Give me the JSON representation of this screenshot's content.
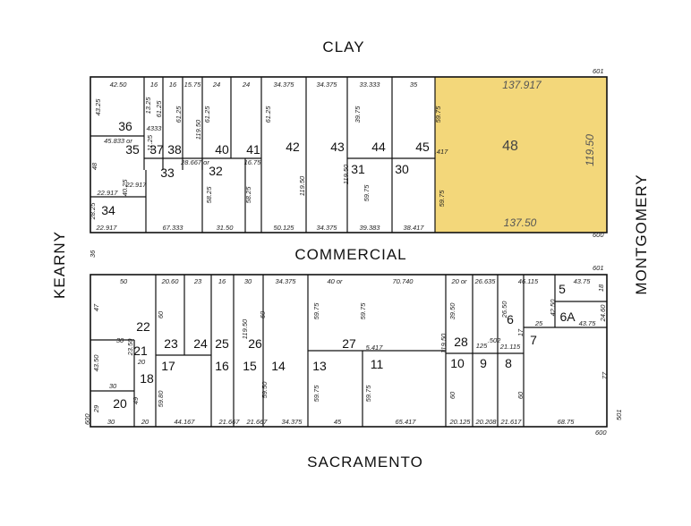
{
  "streets": {
    "north": "CLAY",
    "middle": "COMMERCIAL",
    "south": "SACRAMENTO",
    "west": "KEARNY",
    "east": "MONTGOMERY"
  },
  "address_marks": {
    "ne_top": "601",
    "ne_bottom": "600",
    "se_top": "601",
    "se_bottom": "600",
    "se_side": "501",
    "sw": "600",
    "west_side": "36"
  },
  "highlight_color": "#f3d77a",
  "north_block": {
    "lots": [
      "36",
      "35",
      "37",
      "38",
      "33",
      "34",
      "40",
      "41",
      "32",
      "42",
      "43",
      "44",
      "45",
      "31",
      "30"
    ],
    "highlighted_lot": {
      "number": "48",
      "top": "137.917",
      "bottom": "137.50",
      "side": "119.50"
    },
    "dimensions": [
      "42.50",
      "16",
      "16",
      "15.75",
      "24",
      "24",
      "34.375",
      "34.375",
      "33.333",
      "35",
      "43.25",
      "45.833 or",
      "61.25",
      "61.25",
      "61.25",
      "61.25",
      "13.25",
      "4333",
      "11.25",
      "28.667 or",
      "22.917",
      "22.917",
      "48",
      "40.25",
      "28.25",
      "22.917",
      "67.333",
      "119.50",
      "16.75",
      "119.50",
      "31.50",
      "58.25",
      "58.25",
      "50.125",
      "34.375",
      "119.50",
      "39.75",
      "59.75",
      "39.383",
      "38.417",
      "59.75",
      "59.75",
      ".417"
    ]
  },
  "south_block": {
    "lots": [
      "22",
      "21",
      "20",
      "18",
      "23",
      "24",
      "25",
      "26",
      "17",
      "16",
      "15",
      "14",
      "13",
      "27",
      "11",
      "28",
      "10",
      "9",
      "8",
      "6",
      "5",
      "6A",
      "7"
    ],
    "dimensions": [
      "50",
      "20.60",
      "23",
      "16",
      "30",
      "34.375",
      "40 or",
      "70.740",
      "20 or",
      "26.635",
      "46.115",
      "43.75",
      "18",
      "47",
      "60",
      "60",
      "59.75",
      "59.75",
      "39.50",
      "42.50",
      "26.50",
      "24.60",
      "30",
      "43.50",
      "23.50",
      "20",
      "30",
      "29",
      "49",
      "59.80",
      "119.50",
      "25",
      "43.75",
      "119.50",
      "17",
      "21.115",
      "125",
      ".502",
      "5.417",
      "59.50",
      "59.75",
      "59.75",
      "60",
      "60",
      "77",
      "30",
      "20",
      "44.167",
      "21.667",
      "21.667",
      "34.375",
      "45",
      "65.417",
      "20.125",
      "20.208",
      "21.617",
      "68.75"
    ]
  }
}
